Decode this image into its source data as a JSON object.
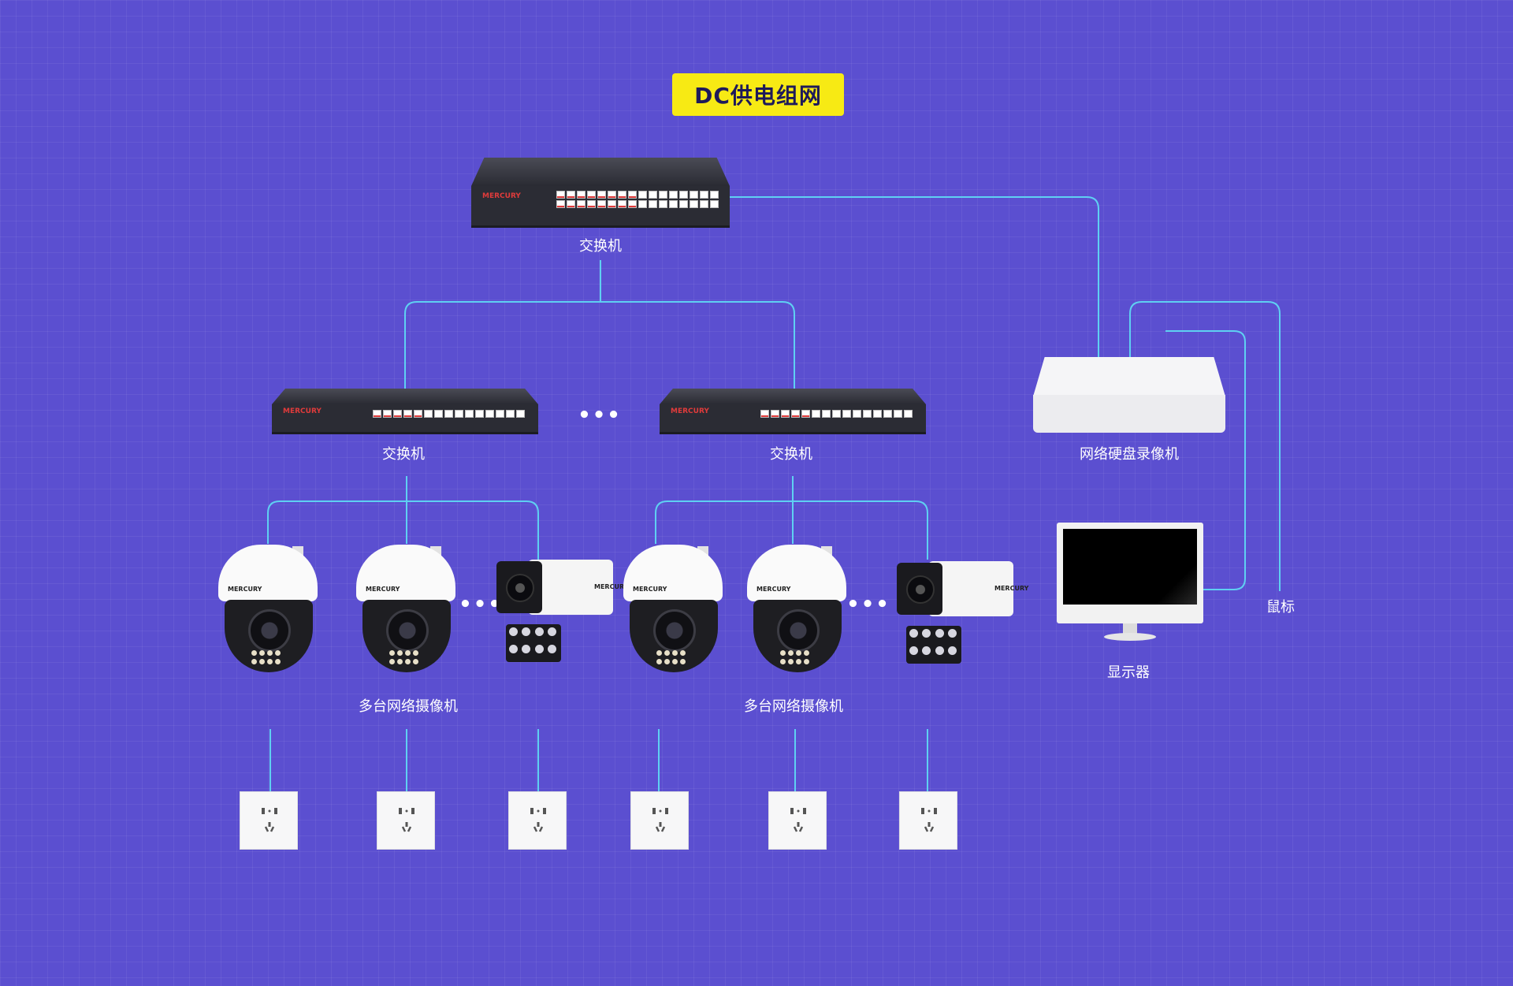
{
  "title": "DC供电组网",
  "labels": {
    "core_switch": "交换机",
    "switch_a": "交换机",
    "switch_b": "交换机",
    "nvr": "网络硬盘录像机",
    "monitor": "显示器",
    "mouse": "鼠标",
    "cameras_a": "多台网络摄像机",
    "cameras_b": "多台网络摄像机"
  },
  "switch_brand": "MERCURY",
  "camera_brand": "MERCURY",
  "ellipsis": "•••",
  "colors": {
    "background": "#5b4fd0",
    "title_badge": "#f7ea14",
    "connector_line": "#5fd0f2"
  },
  "icons": [
    "switch-icon",
    "nvr-icon",
    "monitor-icon",
    "dome-camera-icon",
    "bullet-camera-icon",
    "power-socket-icon"
  ]
}
